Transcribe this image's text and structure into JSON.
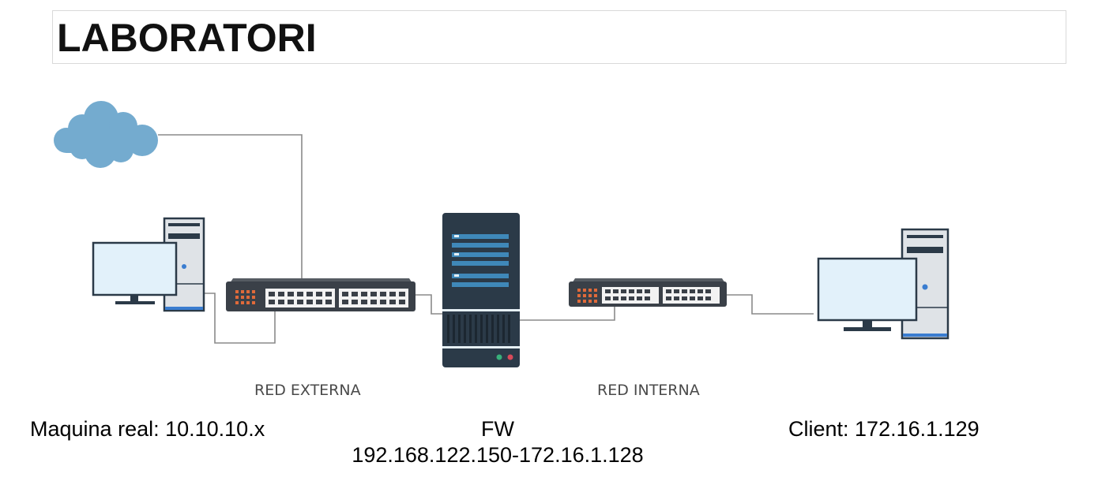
{
  "title": "LABORATORI",
  "networks": {
    "external_label": "RED EXTERNA",
    "internal_label": "RED INTERNA"
  },
  "captions": {
    "real_machine": "Maquina real: 10.10.10.x",
    "firewall_name": "FW",
    "firewall_ips": "192.168.122.150-172.16.1.128",
    "client": "Client: 172.16.1.129"
  },
  "icons": [
    "cloud-icon",
    "desktop-computer-icon",
    "network-switch-icon",
    "server-tower-icon"
  ],
  "colors": {
    "cloud": "#74abcf",
    "server_body": "#2b3a48",
    "server_accent": "#3f88b9",
    "switch_body": "#3a4048",
    "switch_led": "#e06a3a",
    "monitor_screen": "#e2f1fa",
    "device_outline": "#2b3a48",
    "cable": "#8a8a8a"
  }
}
